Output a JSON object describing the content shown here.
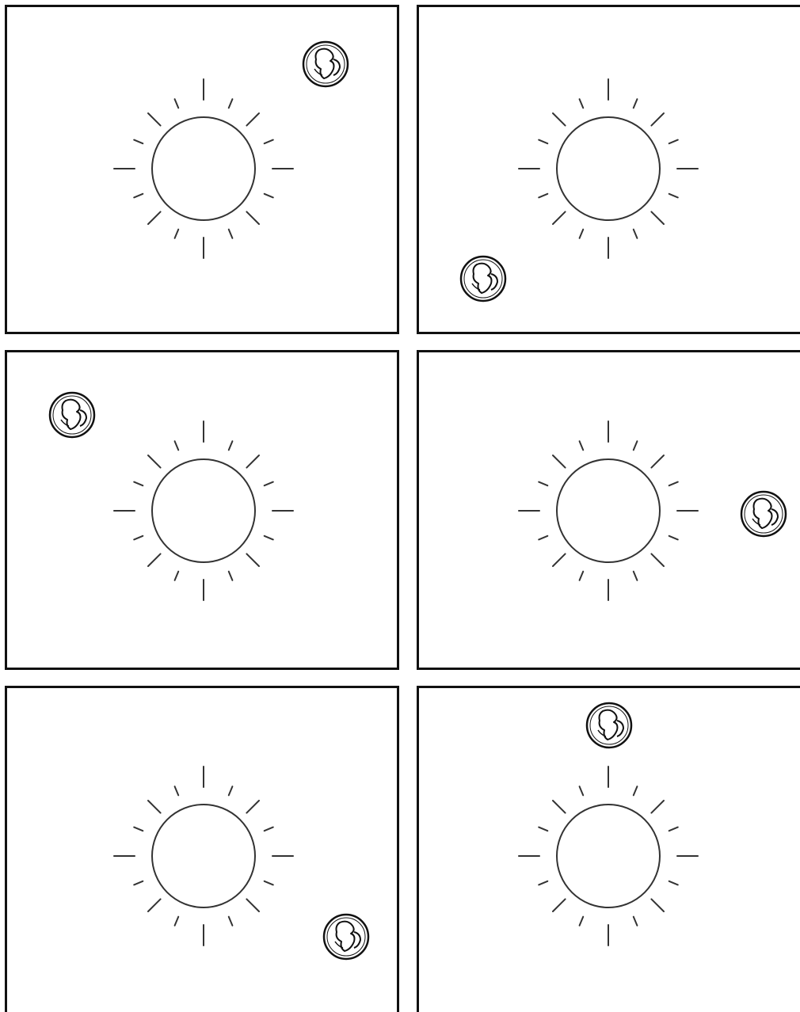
{
  "colors": {
    "background": "#ffffff",
    "panel_border": "#111111",
    "sun_stroke": "#333333",
    "earth_stroke": "#111111",
    "earth_fill": "#ffffff"
  },
  "icons": {
    "sun": "sun-icon",
    "earth": "earth-globe-icon"
  },
  "panels": [
    {
      "id": "p1",
      "name": "orbit-panel-1"
    },
    {
      "id": "p2",
      "name": "orbit-panel-2"
    },
    {
      "id": "p3",
      "name": "orbit-panel-3"
    },
    {
      "id": "p4",
      "name": "orbit-panel-4"
    },
    {
      "id": "p5",
      "name": "orbit-panel-5"
    },
    {
      "id": "p6",
      "name": "orbit-panel-6"
    }
  ]
}
